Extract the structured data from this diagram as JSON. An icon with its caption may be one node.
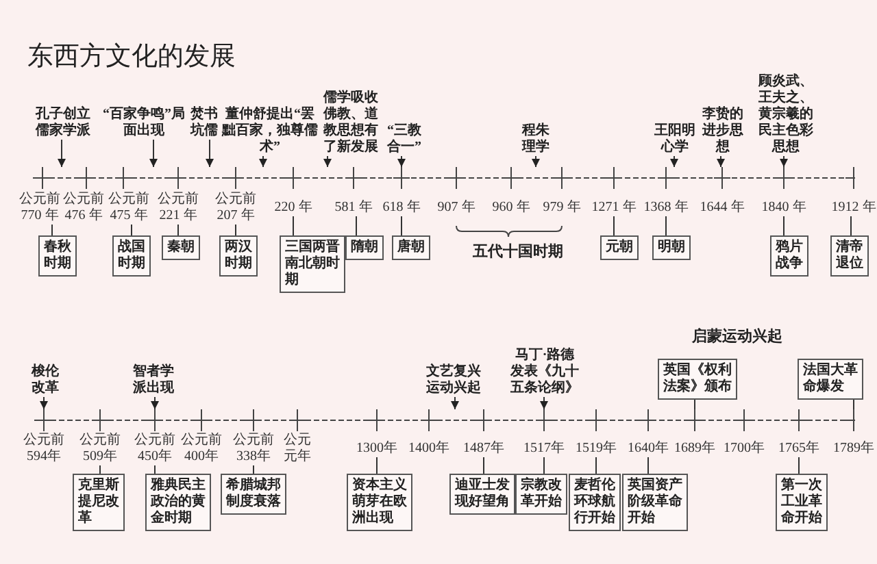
{
  "diagram": {
    "title": "东西方文化的发展",
    "nodes": [
      {
        "text": [
          "孔子创立儒家学派"
        ]
      },
      {
        "text": [
          "“百家争鸣”局面出现"
        ]
      },
      {
        "text": [
          "焚书坑儒"
        ]
      },
      {
        "text": [
          "董仲舒提出“罢黜百家，独尊儒术”"
        ]
      },
      {
        "text": [
          "儒学吸收佛教、道教思想有了新发展"
        ]
      },
      {
        "text": [
          "“三教合一”"
        ]
      },
      {
        "text": [
          "程朱理学"
        ]
      },
      {
        "text": [
          "王阳明心学"
        ]
      },
      {
        "text": [
          "李贽的进步思想"
        ]
      },
      {
        "text": [
          "顾炎武、王夫之、黄宗羲的民主色彩思想"
        ]
      },
      {
        "text": [],
        "shape": "bar"
      },
      {
        "text": [
          "公元前770 年"
        ]
      },
      {
        "text": [
          "公元前476 年"
        ]
      },
      {
        "text": [
          "公元前475 年"
        ]
      },
      {
        "text": [
          "公元前221 年"
        ]
      },
      {
        "text": [
          "公元前207 年"
        ]
      },
      {
        "text": [
          "220 年"
        ]
      },
      {
        "text": [
          "581 年"
        ]
      },
      {
        "text": [
          "618 年"
        ]
      },
      {
        "text": [
          "907 年"
        ]
      },
      {
        "text": [
          "960 年"
        ]
      },
      {
        "text": [
          "979 年"
        ]
      },
      {
        "text": [
          "1271 年"
        ]
      },
      {
        "text": [
          "1368 年"
        ]
      },
      {
        "text": [
          "1644 年"
        ]
      },
      {
        "text": [
          "1840 年"
        ]
      },
      {
        "text": [
          "1912 年"
        ]
      },
      {
        "text": [
          "春秋时期"
        ]
      },
      {
        "text": [
          "战国时期"
        ]
      },
      {
        "text": [
          "秦朝"
        ]
      },
      {
        "text": [
          "两汉时期"
        ]
      },
      {
        "text": [
          "三国两晋南北朝时期"
        ]
      },
      {
        "text": [
          "隋朝"
        ]
      },
      {
        "text": [
          "唐朝"
        ]
      },
      {
        "text": [
          "元朝"
        ]
      },
      {
        "text": [
          "明朝"
        ]
      },
      {
        "text": [
          "鸦片战争"
        ]
      },
      {
        "text": [
          "清帝退位"
        ]
      },
      {
        "text": [
          "梭伦改革"
        ]
      },
      {
        "text": [
          "智者学派出现"
        ]
      },
      {
        "text": [
          "文艺复兴运动兴起"
        ]
      },
      {
        "text": [
          "马丁·路德发表《九十五条论纲》"
        ]
      },
      {
        "text": [
          "英国《权利法案》颁布"
        ]
      },
      {
        "text": [
          "法国大革命爆发"
        ]
      },
      {
        "text": [],
        "shape": "bar"
      },
      {
        "text": [
          "公元前594年"
        ]
      },
      {
        "text": [
          "公元前509年"
        ]
      },
      {
        "text": [
          "公元前450年"
        ]
      },
      {
        "text": [
          "公元前400年"
        ]
      },
      {
        "text": [
          "公元前338年"
        ]
      },
      {
        "text": [
          "公元元年"
        ]
      },
      {
        "text": [
          "1300年"
        ]
      },
      {
        "text": [
          "1400年"
        ]
      },
      {
        "text": [
          "1487年"
        ]
      },
      {
        "text": [
          "1517年"
        ]
      },
      {
        "text": [
          "1519年"
        ]
      },
      {
        "text": [
          "1640年"
        ]
      },
      {
        "text": [
          "1689年"
        ]
      },
      {
        "text": [
          "1700年"
        ]
      },
      {
        "text": [
          "1765年"
        ]
      },
      {
        "text": [
          "1789年"
        ]
      },
      {
        "text": [
          "克里斯提尼改革"
        ]
      },
      {
        "text": [
          "雅典民主政治的黄金时期"
        ]
      },
      {
        "text": [
          "希腊城邦制度衰落"
        ]
      },
      {
        "text": [
          "资本主义萌芽在欧洲出现"
        ]
      },
      {
        "text": [
          "迪亚士发现好望角"
        ]
      },
      {
        "text": [
          "宗教改革开始"
        ]
      },
      {
        "text": [
          "麦哲伦环球航行开始"
        ]
      },
      {
        "text": [
          "英国资产阶级革命开始"
        ]
      },
      {
        "text": [
          "第一次工业革命开始"
        ]
      }
    ],
    "edges": [
      {
        "from": 0,
        "to": 10,
        "arrow": "to"
      },
      {
        "from": 1,
        "to": 10,
        "arrow": "to"
      },
      {
        "from": 2,
        "to": 10,
        "arrow": "to"
      },
      {
        "from": 3,
        "to": 10,
        "arrow": "to"
      },
      {
        "from": 4,
        "to": 10,
        "arrow": "to"
      },
      {
        "from": 5,
        "to": 10,
        "arrow": "to"
      },
      {
        "from": 6,
        "to": 10,
        "arrow": "to"
      },
      {
        "from": 7,
        "to": 10,
        "arrow": "to"
      },
      {
        "from": 8,
        "to": 10,
        "arrow": "to"
      },
      {
        "from": 9,
        "to": 10,
        "arrow": "to"
      },
      {
        "from": 27,
        "to": 11,
        "arrow": "none"
      },
      {
        "from": 28,
        "to": 13,
        "arrow": "none"
      },
      {
        "from": 29,
        "to": 14,
        "arrow": "none"
      },
      {
        "from": 30,
        "to": 15,
        "arrow": "none"
      },
      {
        "from": 31,
        "to": 16,
        "arrow": "none"
      },
      {
        "from": 32,
        "to": 17,
        "arrow": "none"
      },
      {
        "from": 33,
        "to": 18,
        "arrow": "none"
      },
      {
        "from": 34,
        "to": 22,
        "arrow": "none"
      },
      {
        "from": 35,
        "to": 23,
        "arrow": "none"
      },
      {
        "from": 36,
        "to": 25,
        "arrow": "none"
      },
      {
        "from": 37,
        "to": 26,
        "arrow": "none"
      },
      {
        "from": 38,
        "to": 44,
        "arrow": "to"
      },
      {
        "from": 39,
        "to": 44,
        "arrow": "to"
      },
      {
        "from": 40,
        "to": 44,
        "arrow": "to"
      },
      {
        "from": 41,
        "to": 44,
        "arrow": "to"
      },
      {
        "from": 42,
        "to": 44,
        "arrow": "none"
      },
      {
        "from": 43,
        "to": 44,
        "arrow": "none"
      },
      {
        "from": 61,
        "to": 46,
        "arrow": "none"
      },
      {
        "from": 62,
        "to": 47,
        "arrow": "none"
      },
      {
        "from": 63,
        "to": 49,
        "arrow": "none"
      },
      {
        "from": 64,
        "to": 51,
        "arrow": "none"
      },
      {
        "from": 65,
        "to": 53,
        "arrow": "none"
      },
      {
        "from": 66,
        "to": 54,
        "arrow": "none"
      },
      {
        "from": 67,
        "to": 55,
        "arrow": "none"
      },
      {
        "from": 68,
        "to": 56,
        "arrow": "none"
      },
      {
        "from": 69,
        "to": 59,
        "arrow": "none"
      }
    ],
    "labels": [
      "五代十国时期",
      "启蒙运动兴起"
    ]
  }
}
